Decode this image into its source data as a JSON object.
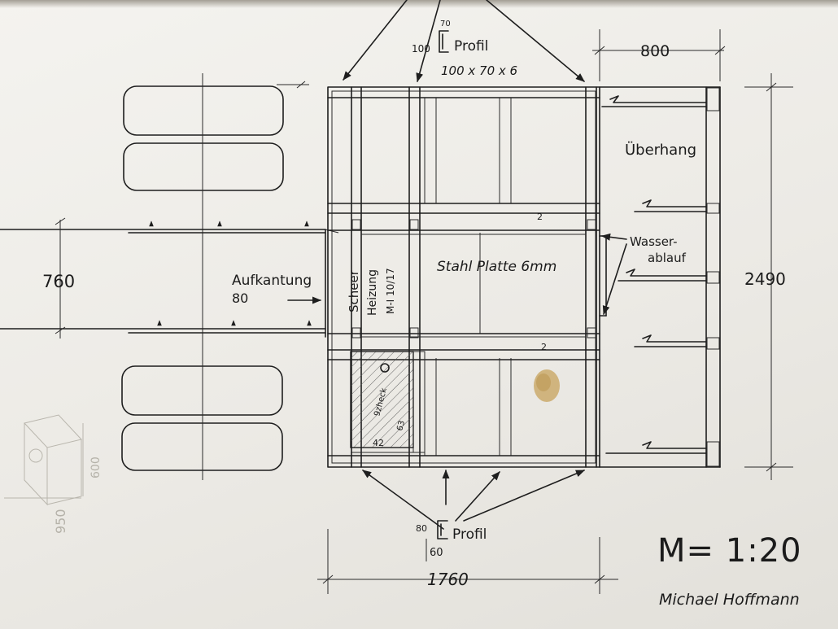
{
  "labels": {
    "profile_top_dim_v": "100",
    "profile_top_dim_h": "70",
    "profile_top_name": "Profil",
    "profile_top_spec": "100 x 70 x 6",
    "dim_overhang": "800",
    "overhang": "Überhang",
    "dim_total_width": "2490",
    "dim_left": "760",
    "aufkantung": "Aufkantung",
    "aufkantung_value": "80",
    "scheer": "Scheer",
    "heizung": "Heizung",
    "heizung_code": "M-I 10/17",
    "stahlplatte": "Stahl Platte 6mm",
    "wasser_line1": "Wasser-",
    "wasser_line2": "ablauf",
    "small_mark_1": "2",
    "small_mark_2": "2",
    "box_label_1": "9zheck",
    "box_label_2": "63",
    "box_label_3": "42",
    "profile_bottom_dim_v": "80",
    "profile_bottom_name": "Profil",
    "profile_bottom_dim_h": "60",
    "dim_length": "1760",
    "scale": "M= 1:20",
    "author": "Michael Hoffmann",
    "faint_dim_1": "950",
    "faint_dim_2": "600"
  },
  "colors": {
    "ink": "#1e1e1e",
    "paper": "#f0efea",
    "stain": "#c7a35c"
  }
}
